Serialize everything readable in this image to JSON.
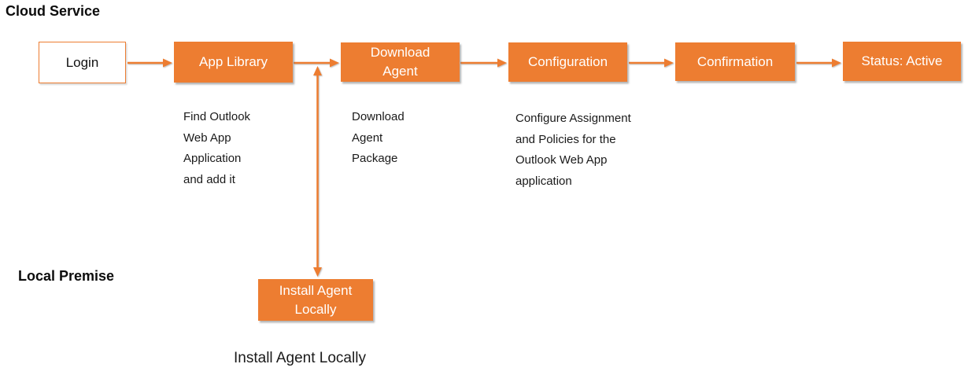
{
  "labels": {
    "cloud_service": "Cloud Service",
    "local_premise": "Local Premise"
  },
  "nodes": {
    "login": {
      "label": "Login"
    },
    "app_library": {
      "label": "App Library"
    },
    "download_agent": {
      "label": "Download\nAgent"
    },
    "configuration": {
      "label": "Configuration"
    },
    "confirmation": {
      "label": "Confirmation"
    },
    "status_active": {
      "label": "Status: Active"
    },
    "install_agent": {
      "label": "Install Agent\nLocally"
    }
  },
  "annotations": {
    "app_library": "Find Outlook\nWeb App\nApplication\nand add it",
    "download_agent": "Download\nAgent\nPackage",
    "configuration": "Configure Assignment\nand Policies for the\nOutlook Web App\napplication",
    "install_caption": "Install Agent Locally"
  },
  "colors": {
    "accent_orange": "#ED7D31",
    "node_text": "#FFFFFF",
    "body_text": "#1A1A1A"
  }
}
